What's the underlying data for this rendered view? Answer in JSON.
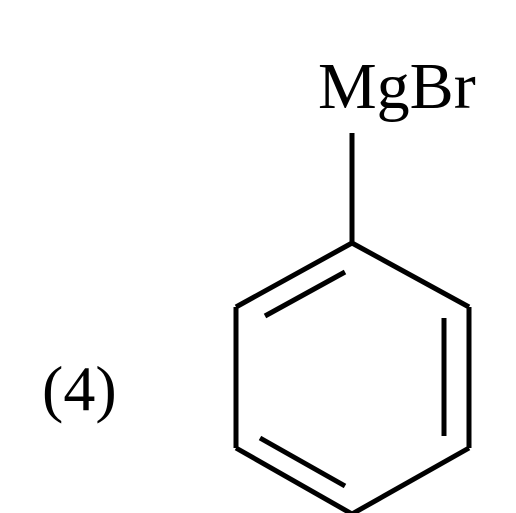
{
  "option_label": "(4)",
  "substituent": "MgBr",
  "molecule": {
    "ring": "benzene",
    "substituent_position": "top"
  },
  "colors": {
    "ink": "#000000",
    "background": "#ffffff"
  }
}
